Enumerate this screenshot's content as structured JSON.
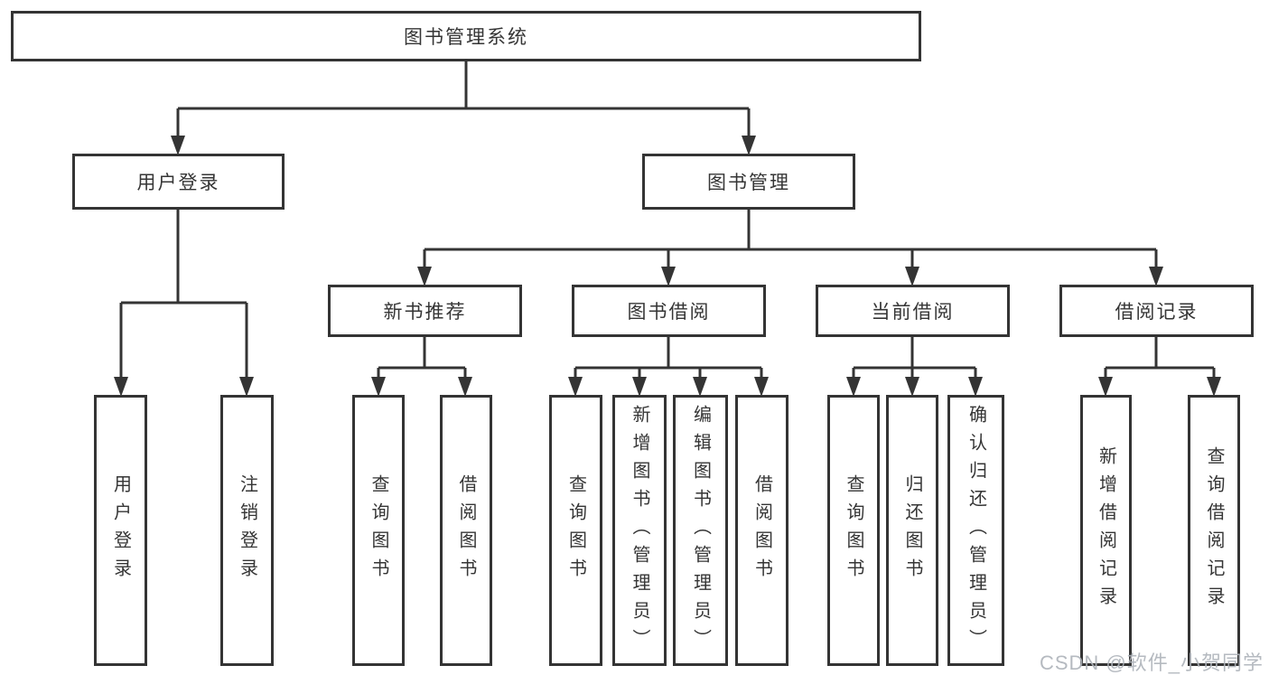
{
  "diagram_type": "hierarchy-tree",
  "colors": {
    "background": "#ffffff",
    "line": "#343434",
    "box_border": "#343434",
    "text": "#353535",
    "watermark": "#aeb3ba"
  },
  "watermark": "CSDN @软件_小贺同学",
  "tree": {
    "root": {
      "label": "图书管理系统",
      "children": [
        {
          "label": "用户登录",
          "children": [
            {
              "label": "用户登录"
            },
            {
              "label": "注销登录"
            }
          ]
        },
        {
          "label": "图书管理",
          "children": [
            {
              "label": "新书推荐",
              "children": [
                {
                  "label": "查询图书"
                },
                {
                  "label": "借阅图书"
                }
              ]
            },
            {
              "label": "图书借阅",
              "children": [
                {
                  "label": "查询图书"
                },
                {
                  "label": "新增图书（管理员）"
                },
                {
                  "label": "编辑图书（管理员）"
                },
                {
                  "label": "借阅图书"
                }
              ]
            },
            {
              "label": "当前借阅",
              "children": [
                {
                  "label": "查询图书"
                },
                {
                  "label": "归还图书"
                },
                {
                  "label": "确认归还（管理员）"
                }
              ]
            },
            {
              "label": "借阅记录",
              "children": [
                {
                  "label": "新增借阅记录"
                },
                {
                  "label": "查询借阅记录"
                }
              ]
            }
          ]
        }
      ]
    }
  }
}
